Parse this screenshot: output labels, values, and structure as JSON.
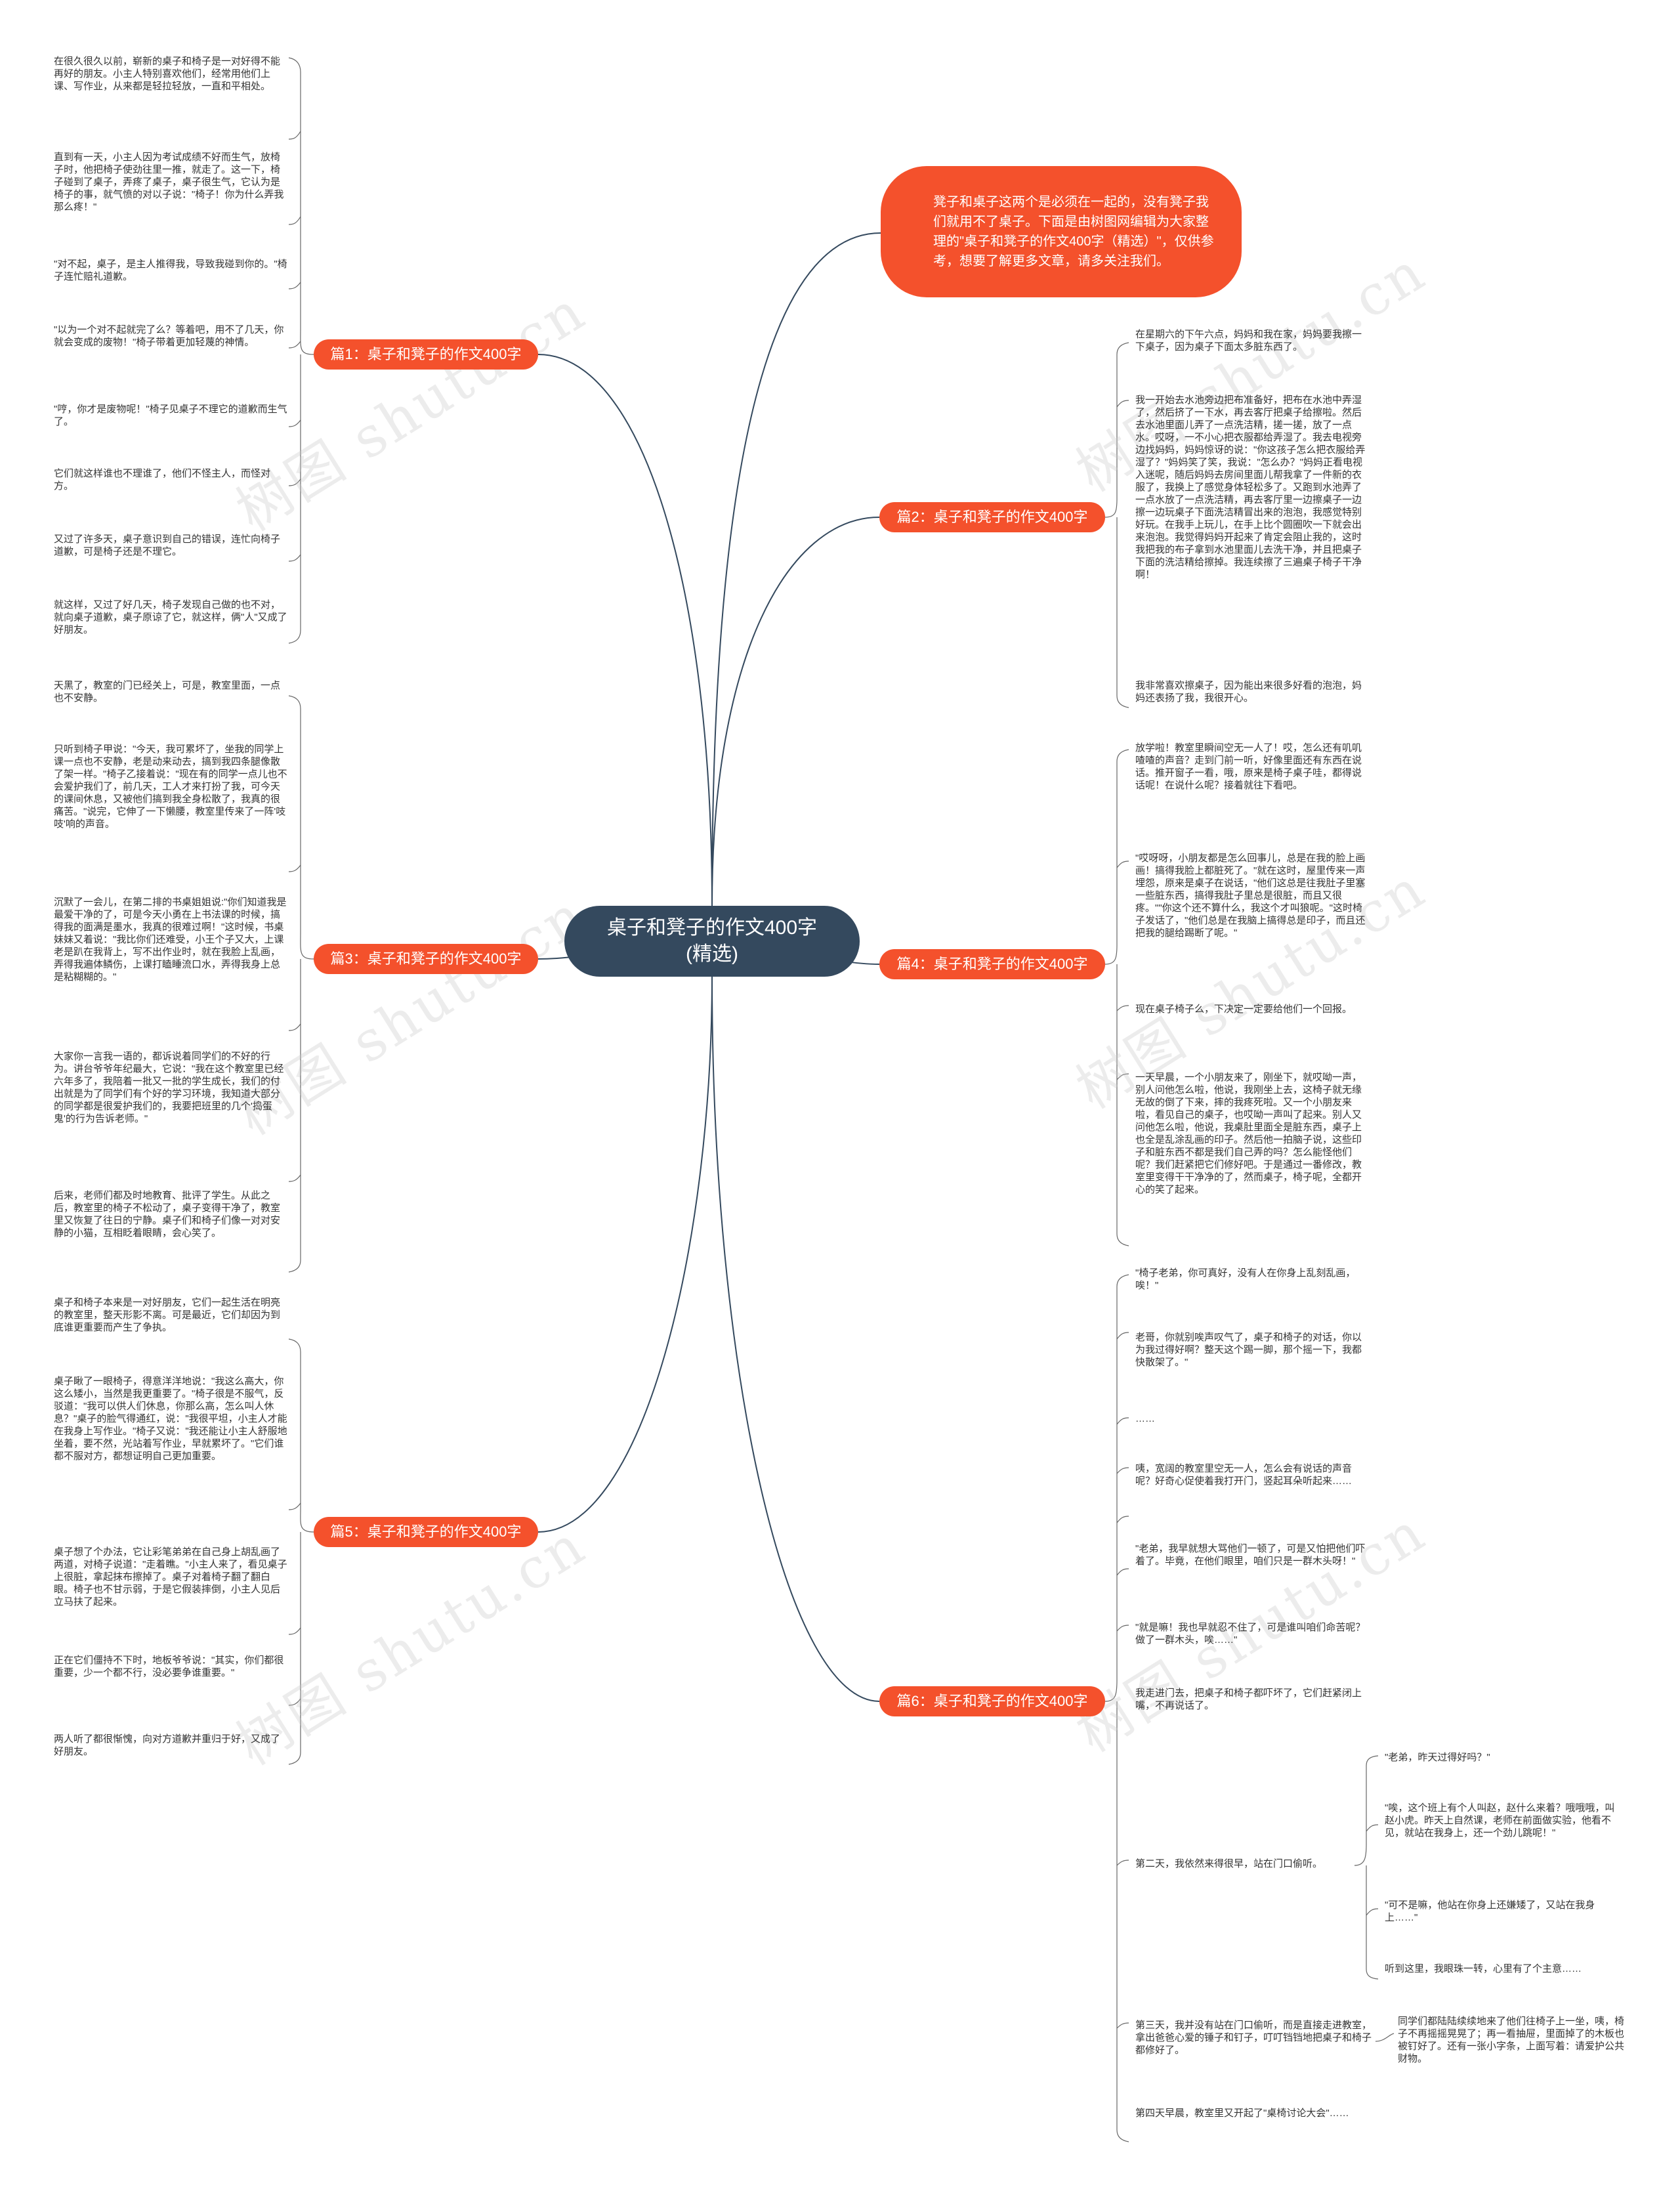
{
  "root": {
    "line1": "桌子和凳子的作文400字",
    "line2": "(精选)"
  },
  "intro": "凳子和桌子这两个是必须在一起的，没有凳子我们就用不了桌子。下面是由树图网编辑为大家整理的\"桌子和凳子的作文400字（精选）\"，仅供参考，想要了解更多文章，请多关注我们。",
  "watermark": "树图 shutu.cn",
  "branches": [
    {
      "label": "篇1：桌子和凳子的作文400字",
      "leaves": [
        "在很久很久以前，崭新的桌子和椅子是一对好得不能再好的朋友。小主人特别喜欢他们，经常用他们上课、写作业，从来都是轻拉轻放，一直和平相处。",
        "直到有一天，小主人因为考试成绩不好而生气，放椅子时，他把椅子使劲往里一推，就走了。这一下，椅子碰到了桌子，弄疼了桌子，桌子很生气，它认为是椅子的事，就气愤的对以子说：\"椅子！你为什么弄我那么疼！\"",
        "\"对不起，桌子，是主人推得我，导致我碰到你的。\"椅子连忙赔礼道歉。",
        "\"以为一个对不起就完了么？等着吧，用不了几天，你就会变成的废物！\"椅子带着更加轻蔑的神情。",
        "\"哼，你才是废物呢！\"椅子见桌子不理它的道歉而生气了。",
        "它们就这样谁也不理谁了，他们不怪主人，而怪对方。",
        "又过了许多天，桌子意识到自己的错误，连忙向椅子道歉，可是椅子还是不理它。",
        "就这样，又过了好几天，椅子发现自己做的也不对，就向桌子道歉，桌子原谅了它，就这样，俩\"人\"又成了好朋友。"
      ]
    },
    {
      "label": "篇2：桌子和凳子的作文400字",
      "leaves": [
        "在星期六的下午六点，妈妈和我在家，妈妈要我擦一下桌子，因为桌子下面太多脏东西了。",
        "我一开始去水池旁边把布准备好，把布在水池中弄湿了，然后挤了一下水，再去客厅把桌子给擦啦。然后去水池里面儿弄了一点洗洁精，搓一搓，放了一点水。哎呀，一不小心把衣服都给弄湿了。我去电视旁边找妈妈，妈妈惊讶的说：\"你这孩子怎么把衣服给弄湿了？\"妈妈笑了笑，我说：\"怎么办？\"妈妈正看电视入迷呢，随后妈妈去房间里面儿帮我拿了一件新的衣服了，我换上了感觉身体轻松多了。又跑到水池弄了一点水放了一点洗洁精，再去客厅里一边擦桌子一边擦一边玩桌子下面洗洁精冒出来的泡泡，我感觉特别好玩。在我手上玩儿，在手上比个圆圈吹一下就会出来泡泡。我觉得妈妈开起来了肯定会阻止我的，这时我把我的布子拿到水池里面儿去洗干净，并且把桌子下面的洗洁精给擦掉。我连续擦了三遍桌子椅子干净啊！",
        "我非常喜欢擦桌子，因为能出来很多好看的泡泡，妈妈还表扬了我，我很开心。"
      ]
    },
    {
      "label": "篇3：桌子和凳子的作文400字",
      "leaves": [
        "天黑了，教室的门已经关上，可是，教室里面，一点也不安静。",
        "只听到椅子甲说：\"今天，我可累坏了，坐我的同学上课一点也不安静，老是动来动去，搞到我四条腿像散了架一样。\"椅子乙接着说：\"现在有的同学一点儿也不会爱护我们了，前几天，工人才来打扮了我，可今天的课间休息，又被他们搞到我全身松散了，我真的很痛苦。\"说完，它伸了一下懒腰，教室里传来了一阵'吱吱'响的声音。",
        "沉默了一会儿，在第二排的书桌姐姐说:\"你们知道我是最爱干净的了，可是今天小勇在上书法课的时候，搞得我的面满是墨水，我真的很难过啊！\"这时候，书桌妹妹又着说：\"我比你们还难受，小王个子又大，上课老是趴在我背上，写不出作业时，就在我脸上乱画，弄得我遍体鳞伤，上课打瞌睡流口水，弄得我身上总是粘糊糊的。\"",
        "大家你一言我一语的，都诉说着同学们的不好的行为。讲台爷爷年纪最大，它说：\"我在这个教室里已经六年多了，我陪着一批又一批的学生成长，我们的付出就是为了同学们有个好的学习环境，我知道大部分的同学都是很爱护我们的，我要把班里的几个'捣蛋鬼'的行为告诉老师。\"",
        "后来，老师们都及时地教育、批评了学生。从此之后，教室里的椅子不松动了，桌子变得干净了，教室里又恢复了往日的宁静。桌子们和椅子们像一对对安静的小猫，互相眨着眼睛，会心笑了。"
      ]
    },
    {
      "label": "篇4：桌子和凳子的作文400字",
      "leaves": [
        "放学啦！教室里瞬间空无一人了！哎，怎么还有叽叽喳喳的声音？走到门前一听，好像里面还有东西在说话。推开窗子一看，哦，原来是椅子桌子哇，都得说话呢！在说什么呢？接着就往下看吧。",
        "\"哎呀呀，小朋友都是怎么回事儿，总是在我的脸上画画！搞得我脸上都脏死了。\"就在这时，屋里传来一声埋怨，原来是桌子在说话，\"他们这总是往我肚子里塞一些脏东西，搞得我肚子里总是很脏，而且又很疼。\"\"你这个还不算什么，我这个才叫狼呢。\"这时椅子发话了，\"他们总是在我脑上搞得总是印子，而且还把我的腿给踢断了呢。\"",
        "现在桌子椅子么，下决定一定要给他们一个回报。",
        "一天早晨，一个小朋友来了，刚坐下，就哎呦一声，别人问他怎么啦，他说，我刚坐上去，这椅子就无缘无故的倒了下来，摔的我疼死啦。又一个小朋友来啦，看见自己的桌子，也哎呦一声叫了起来。别人又问他怎么啦，他说，我桌肚里面全是脏东西，桌子上也全是乱涂乱画的印子。然后他一拍脑子说，这些印子和脏东西不都是我们自己弄的吗？怎么能怪他们呢？我们赶紧把它们修好吧。于是通过一番修改，教室里变得干干净净的了，然而桌子，椅子呢，全都开心的笑了起来。"
      ]
    },
    {
      "label": "篇5：桌子和凳子的作文400字",
      "leaves": [
        "桌子和椅子本来是一对好朋友，它们一起生活在明亮的教室里，整天形影不离。可是最近，它们却因为到底谁更重要而产生了争执。",
        "桌子瞅了一眼椅子，得意洋洋地说：\"我这么高大，你这么矮小，当然是我更重要了。\"椅子很是不服气，反驳道：\"我可以供人们休息，你那么高，怎么叫人休息？\"桌子的脸气得通红，说：\"我很平坦，小主人才能在我身上写作业。\"椅子又说：\"我还能让小主人舒服地坐着，要不然，光站着写作业，早就累坏了。\"它们谁都不服对方，都想证明自己更加重要。",
        "桌子想了个办法，它让彩笔弟弟在自己身上胡乱画了两道，对椅子说道：\"走着瞧。\"小主人来了，看见桌子上很脏，拿起抹布擦掉了。桌子对着椅子翻了翻白眼。椅子也不甘示弱，于是它假装摔倒，小主人见后立马扶了起来。",
        "正在它们僵持不下时，地板爷爷说：\"其实，你们都很重要，少一个都不行，没必要争谁重要。\"",
        "两人听了都很惭愧，向对方道歉并重归于好，又成了好朋友。"
      ]
    },
    {
      "label": "篇6：桌子和凳子的作文400字",
      "leaves": [
        "\"椅子老弟，你可真好，没有人在你身上乱刻乱画，唉！\"",
        "老哥，你就别唉声叹气了，桌子和椅子的对话，你以为我过得好啊？整天这个踢一脚，那个摇一下，我都快散架了。\"",
        "……",
        "咦，宽阔的教室里空无一人，怎么会有说话的声音呢？好奇心促使着我打开门，竖起耳朵听起来……",
        "\"老弟，我早就想大骂他们一顿了，可是又怕把他们吓着了。毕竟，在他们眼里，咱们只是一群木头呀！\"",
        "\"就是嘛！我也早就忍不住了，可是谁叫咱们命苦呢？做了一群木头，唉……\"",
        "我走进门去，把桌子和椅子都吓坏了，它们赶紧闭上嘴，不再说话了。",
        "第二天，我依然来得很早，站在门口偷听。",
        "第三天，我并没有站在门口偷听，而是直接走进教室，拿出爸爸心爱的锤子和钉子，叮叮铛铛地把桌子和椅子都修好了。",
        "第四天早晨，教室里又开起了\"桌椅讨论大会\"……"
      ]
    }
  ],
  "day2_leaves": [
    "\"老弟，昨天过得好吗？\"",
    "\"唉，这个班上有个人叫赵，赵什么来着？哦哦哦，叫赵小虎。昨天上自然课，老师在前面做实验，他看不见，就站在我身上，还一个劲儿跳呢！\"",
    "\"可不是嘛，他站在你身上还嫌矮了，又站在我身上……\"",
    "听到这里，我眼珠一转，心里有了个主意……"
  ],
  "day3_leaf": "同学们都陆陆续续地来了他们往椅子上一坐，咦，椅子不再摇摇晃晃了；再一看抽屉，里面掉了的木板也被钉好了。还有一张小字条，上面写着：请爱护公共财物。",
  "colors": {
    "root": "#34495e",
    "accent": "#f4512c",
    "line": "#34495e",
    "leaf_line": "#666666"
  }
}
